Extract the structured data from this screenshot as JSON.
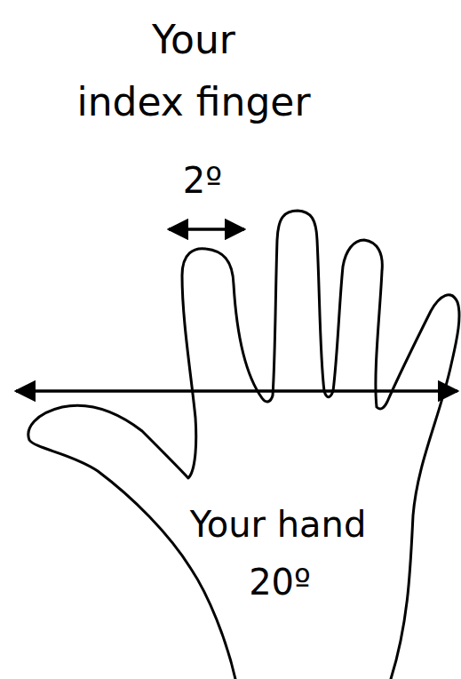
{
  "diagram": {
    "labels": [
      "Your index finger",
      "2º",
      "Your hand",
      "20º"
    ]
  }
}
